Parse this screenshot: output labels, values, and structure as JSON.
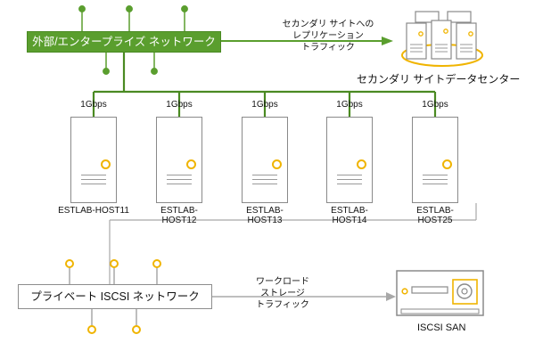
{
  "external_network": {
    "label": "外部/エンタープライズ ネットワーク"
  },
  "replication": {
    "lines": [
      "セカンダリ サイトへの",
      "レプリケーション",
      "トラフィック"
    ]
  },
  "secondary_site": {
    "label": "セカンダリ サイトデータセンター"
  },
  "hosts": [
    {
      "name": "ESTLAB-HOST11",
      "speed": "1Gbps"
    },
    {
      "name": "ESTLAB-HOST12",
      "speed": "1Gbps"
    },
    {
      "name": "ESTLAB-HOST13",
      "speed": "1Gbps"
    },
    {
      "name": "ESTLAB-HOST14",
      "speed": "1Gbps"
    },
    {
      "name": "ESTLAB-HOST25",
      "speed": "1Gbps"
    }
  ],
  "iscsi_network": {
    "label": "プライベート ISCSI ネットワーク"
  },
  "storage_traffic": {
    "lines": [
      "ワークロード",
      "ストレージ",
      "トラフィック"
    ]
  },
  "san": {
    "label": "ISCSI SAN"
  },
  "colors": {
    "green": "#5a9e2e",
    "accent_yellow": "#f0b400",
    "line_gray": "#a8a8a8",
    "box_gray": "#8a8a8a"
  }
}
